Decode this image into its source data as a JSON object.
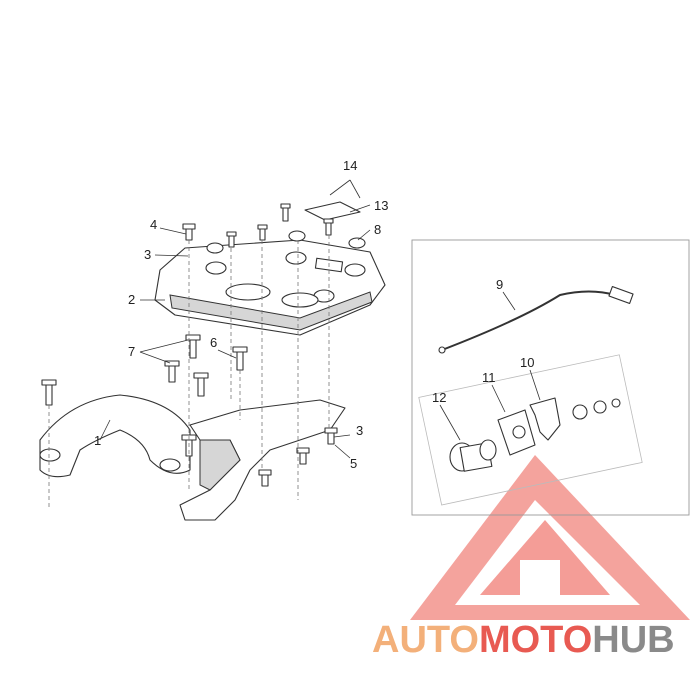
{
  "diagram": {
    "callouts": [
      "1",
      "2",
      "3",
      "4",
      "5",
      "6",
      "7",
      "8",
      "9",
      "10",
      "11",
      "12",
      "13",
      "14"
    ],
    "callout_3_second": "3"
  },
  "watermark": {
    "brand_part1": "AUTO",
    "brand_part2": "MOTO",
    "brand_part3": "HUB",
    "color_auto": "#f3b07a",
    "color_moto": "#e85a52",
    "color_hub": "#8a8a8a",
    "triangle_color": "#ef6f66"
  }
}
